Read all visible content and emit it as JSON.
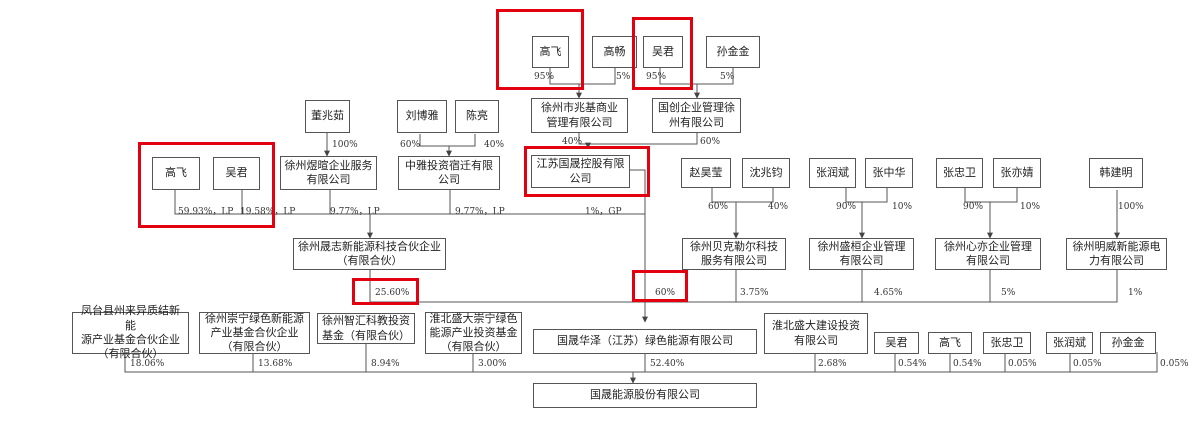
{
  "entities": {
    "gao_fei_top": "高飞",
    "gao_chang": "高畅",
    "wu_jun_top": "吴君",
    "sun_jinjin_top": "孙金金",
    "zhaoji": "徐州市兆基商业\n管理有限公司",
    "guochuang": "国创企业管理徐\n州有限公司",
    "dong_zhaoru": "董兆茹",
    "liu_boya": "刘博雅",
    "chen_liang": "陈亮",
    "gao_fei_left": "高飞",
    "wu_jun_left": "吴君",
    "yingxuan": "徐州煜暄企业服务\n有限公司",
    "zhongya": "中雅投资宿迁有限\n公司",
    "jiangsu_guocheng": "江苏国晟控股有限\n公司",
    "zhao_haoying": "赵昊莹",
    "shen_zhaojun": "沈兆钧",
    "zhang_runbin_mid": "张润斌",
    "zhang_zhonghua": "张中华",
    "zhang_zhongwei_mid": "张忠卫",
    "zhang_yijing": "张亦婧",
    "han_jianming": "韩建明",
    "shengzhi": "徐州晟志新能源科技合伙企业\n（有限合伙）",
    "beikele": "徐州贝克勒尔科技\n服务有限公司",
    "shengheng": "徐州盛桓企业管理\n有限公司",
    "xinyi": "徐州心亦企业管理\n有限公司",
    "mingwei": "徐州明威新能源电\n力有限公司",
    "fengtai": "凤台县州来异质结新能\n源产业基金合伙企业\n（有限合伙）",
    "chongning_xz": "徐州崇宁绿色新能源\n产业基金合伙企业\n（有限合伙）",
    "zhihui": "徐州智汇科教投资\n基金（有限合伙）",
    "huaibei_chongning": "淮北盛大崇宁绿色\n能源产业投资基金\n（有限合伙）",
    "huaze": "国晟华泽（江苏）绿色能源有限公司",
    "huaibei_jianshe": "淮北盛大建设投资\n有限公司",
    "wu_jun_bottom": "吴君",
    "gao_fei_bottom": "高飞",
    "zhang_zhongwei_bottom": "张忠卫",
    "zhang_runbin_bottom": "张润斌",
    "sun_jinjin_bottom": "孙金金",
    "guosheng": "国晟能源股份有限公司"
  },
  "percentages": {
    "gf_top_95": "95%",
    "gc_5": "5%",
    "wj_top_95": "95%",
    "sjj_top_5": "5%",
    "dzr_100": "100%",
    "lby_60": "60%",
    "cl_40": "40%",
    "zhaoji_40": "40%",
    "guochuang_60": "60%",
    "gf_lp": "59.93%，LP",
    "wj_lp": "19.58%，LP",
    "yx_lp": "9.77%，LP",
    "zy_lp": "9.77%，LP",
    "gc_gp": "1%，GP",
    "zhy_60": "60%",
    "szj_40": "40%",
    "zrb_90": "90%",
    "zzh_10": "10%",
    "zzw_90": "90%",
    "zyj_10": "10%",
    "hjm_100": "100%",
    "shengzhi_2560": "25.60%",
    "guocheng_60": "60%",
    "beikele_375": "3.75%",
    "shengheng_465": "4.65%",
    "xinyi_5": "5%",
    "mingwei_1": "1%",
    "fengtai_1806": "18.06%",
    "chongning_1368": "13.68%",
    "zhihui_894": "8.94%",
    "huaibei_300": "3.00%",
    "huaze_5240": "52.40%",
    "jianshe_268": "2.68%",
    "wj_054": "0.54%",
    "gf_054": "0.54%",
    "zzw_005": "0.05%",
    "zrb_005": "0.05%",
    "sjj_005": "0.05%"
  },
  "colors": {
    "highlight": "#e3000f",
    "line": "#555555",
    "border": "#555555"
  }
}
